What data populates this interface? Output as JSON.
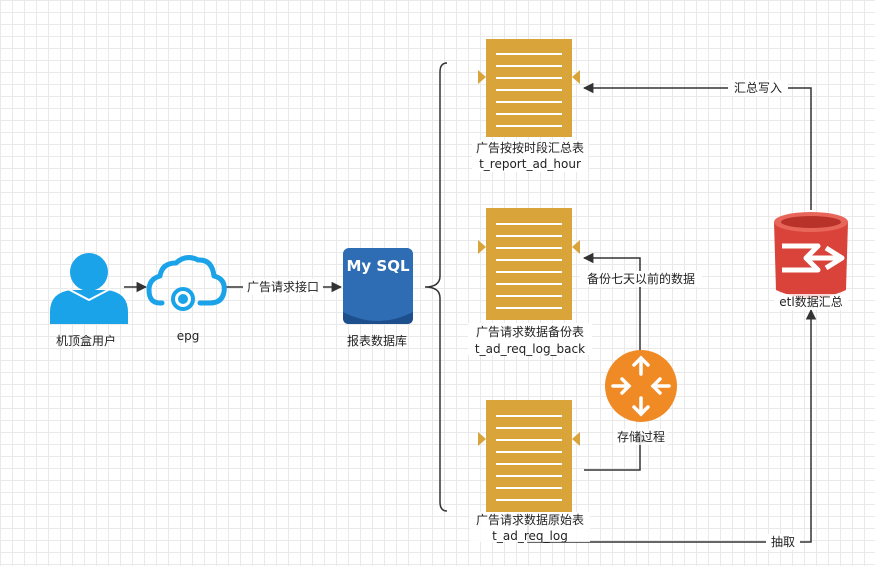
{
  "nodes": {
    "user": {
      "label": "机顶盒用户",
      "icon": "user-icon"
    },
    "epg": {
      "label": "epg",
      "icon": "cloud-service-icon"
    },
    "mysql": {
      "label": "报表数据库",
      "badge": "My SQL",
      "icon": "mysql-database-icon"
    },
    "t_report": {
      "label_cn": "广告按按时段汇总表",
      "label_en": "t_report_ad_hour",
      "icon": "table-icon"
    },
    "t_backup": {
      "label_cn": "广告请求数据备份表",
      "label_en": "t_ad_req_log_back",
      "icon": "table-icon"
    },
    "t_log": {
      "label_cn": "广告请求数据原始表",
      "label_en": "t_ad_req_log",
      "icon": "table-icon"
    },
    "proc": {
      "label": "存储过程",
      "icon": "router-icon"
    },
    "etl": {
      "label": "etl数据汇总",
      "icon": "etl-database-icon"
    }
  },
  "edges": {
    "epg_mysql": "广告请求接口",
    "etl_report": "汇总写入",
    "proc_backup": "备份七天以前的数据",
    "log_etl": "抽取"
  },
  "colors": {
    "user": "#1aa3e8",
    "epg": "#1aa3e8",
    "mysql": "#2e6db4",
    "table": "#d9a43a",
    "proc": "#f08a24",
    "etl": "#d9433a",
    "line": "#333333"
  }
}
